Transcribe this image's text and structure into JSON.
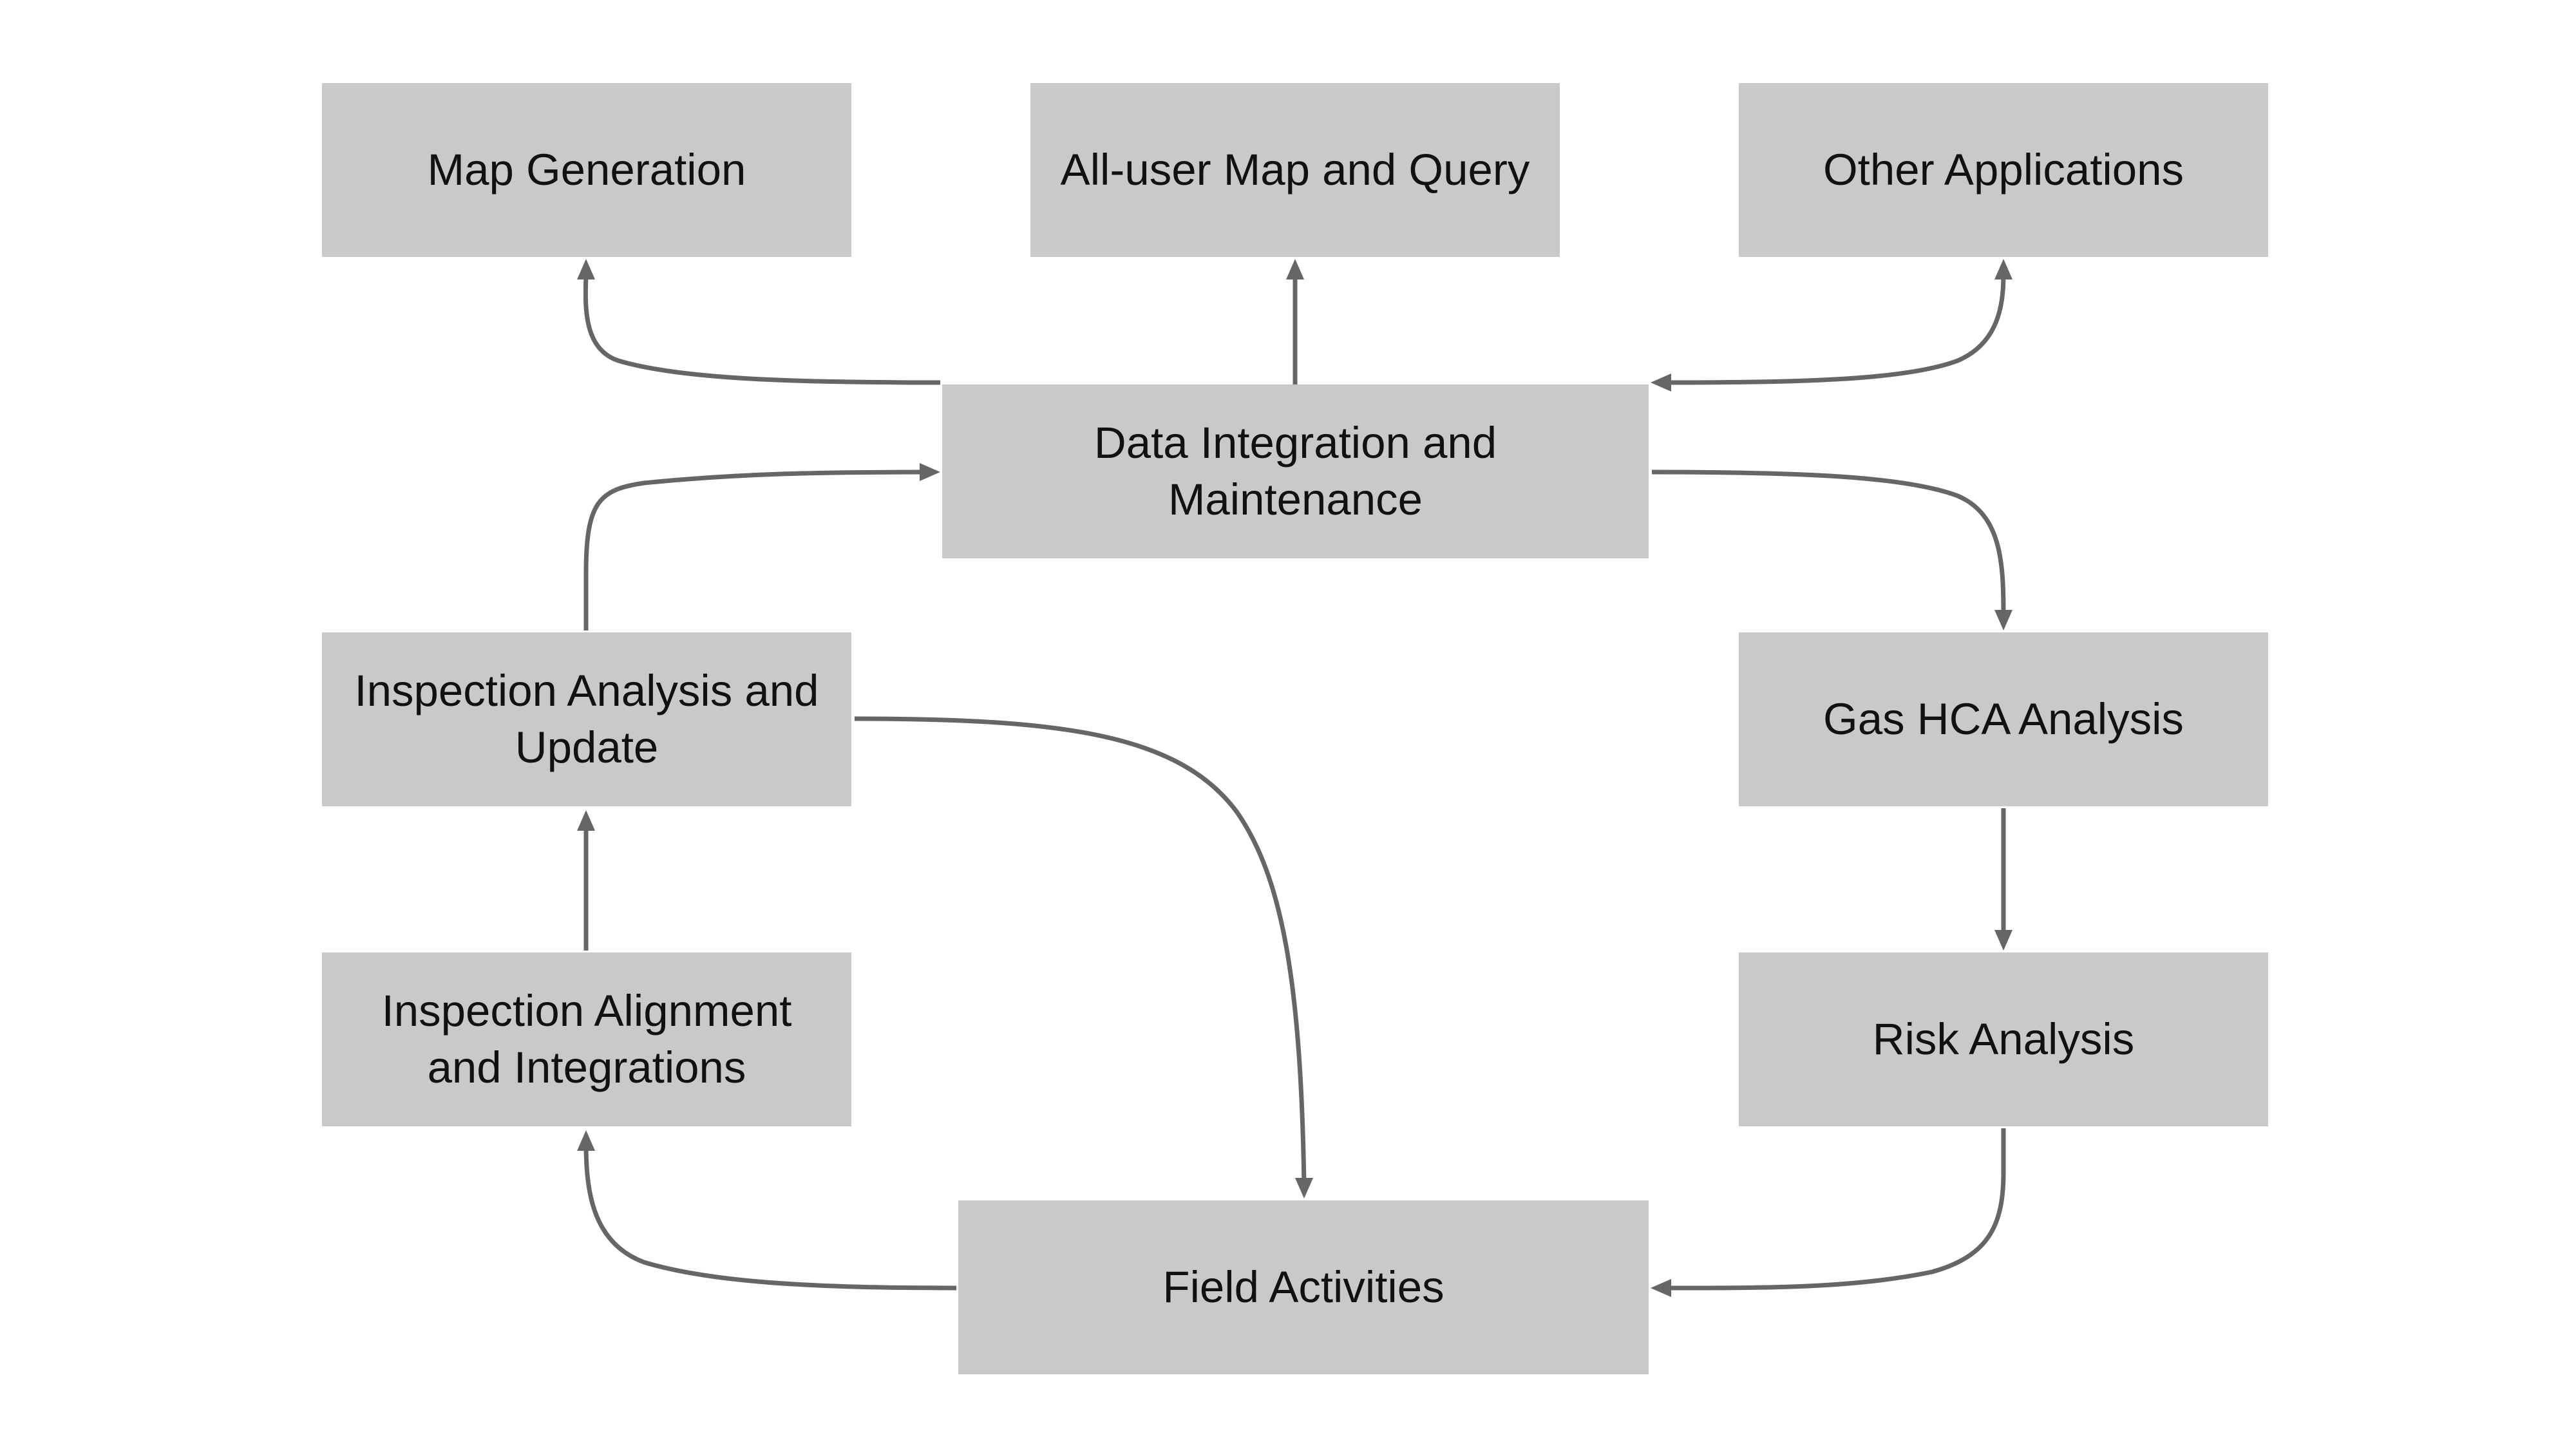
{
  "colors": {
    "background": "#ffffff",
    "box_fill": "#c8c9cb",
    "text": "#111111",
    "edge": "#666666"
  },
  "nodes": {
    "map_generation": {
      "label": "Map Generation"
    },
    "all_user_map_query": {
      "label": "All-user Map and Query"
    },
    "other_applications": {
      "label": "Other Applications"
    },
    "data_integration": {
      "label": "Data Integration and Maintenance"
    },
    "inspection_analysis": {
      "label": "Inspection Analysis and Update"
    },
    "gas_hca": {
      "label": "Gas HCA Analysis"
    },
    "inspection_alignment": {
      "label": "Inspection Alignment and Integrations"
    },
    "risk_analysis": {
      "label": "Risk Analysis"
    },
    "field_activities": {
      "label": "Field Activities"
    }
  },
  "edges": [
    {
      "from": "data_integration",
      "to": "map_generation"
    },
    {
      "from": "data_integration",
      "to": "all_user_map_query"
    },
    {
      "from": "data_integration",
      "to": "other_applications",
      "bidirectional": true
    },
    {
      "from": "inspection_analysis",
      "to": "data_integration"
    },
    {
      "from": "data_integration",
      "to": "gas_hca"
    },
    {
      "from": "gas_hca",
      "to": "risk_analysis"
    },
    {
      "from": "risk_analysis",
      "to": "field_activities"
    },
    {
      "from": "field_activities",
      "to": "inspection_alignment"
    },
    {
      "from": "inspection_alignment",
      "to": "inspection_analysis"
    },
    {
      "from": "inspection_analysis",
      "to": "field_activities"
    }
  ]
}
